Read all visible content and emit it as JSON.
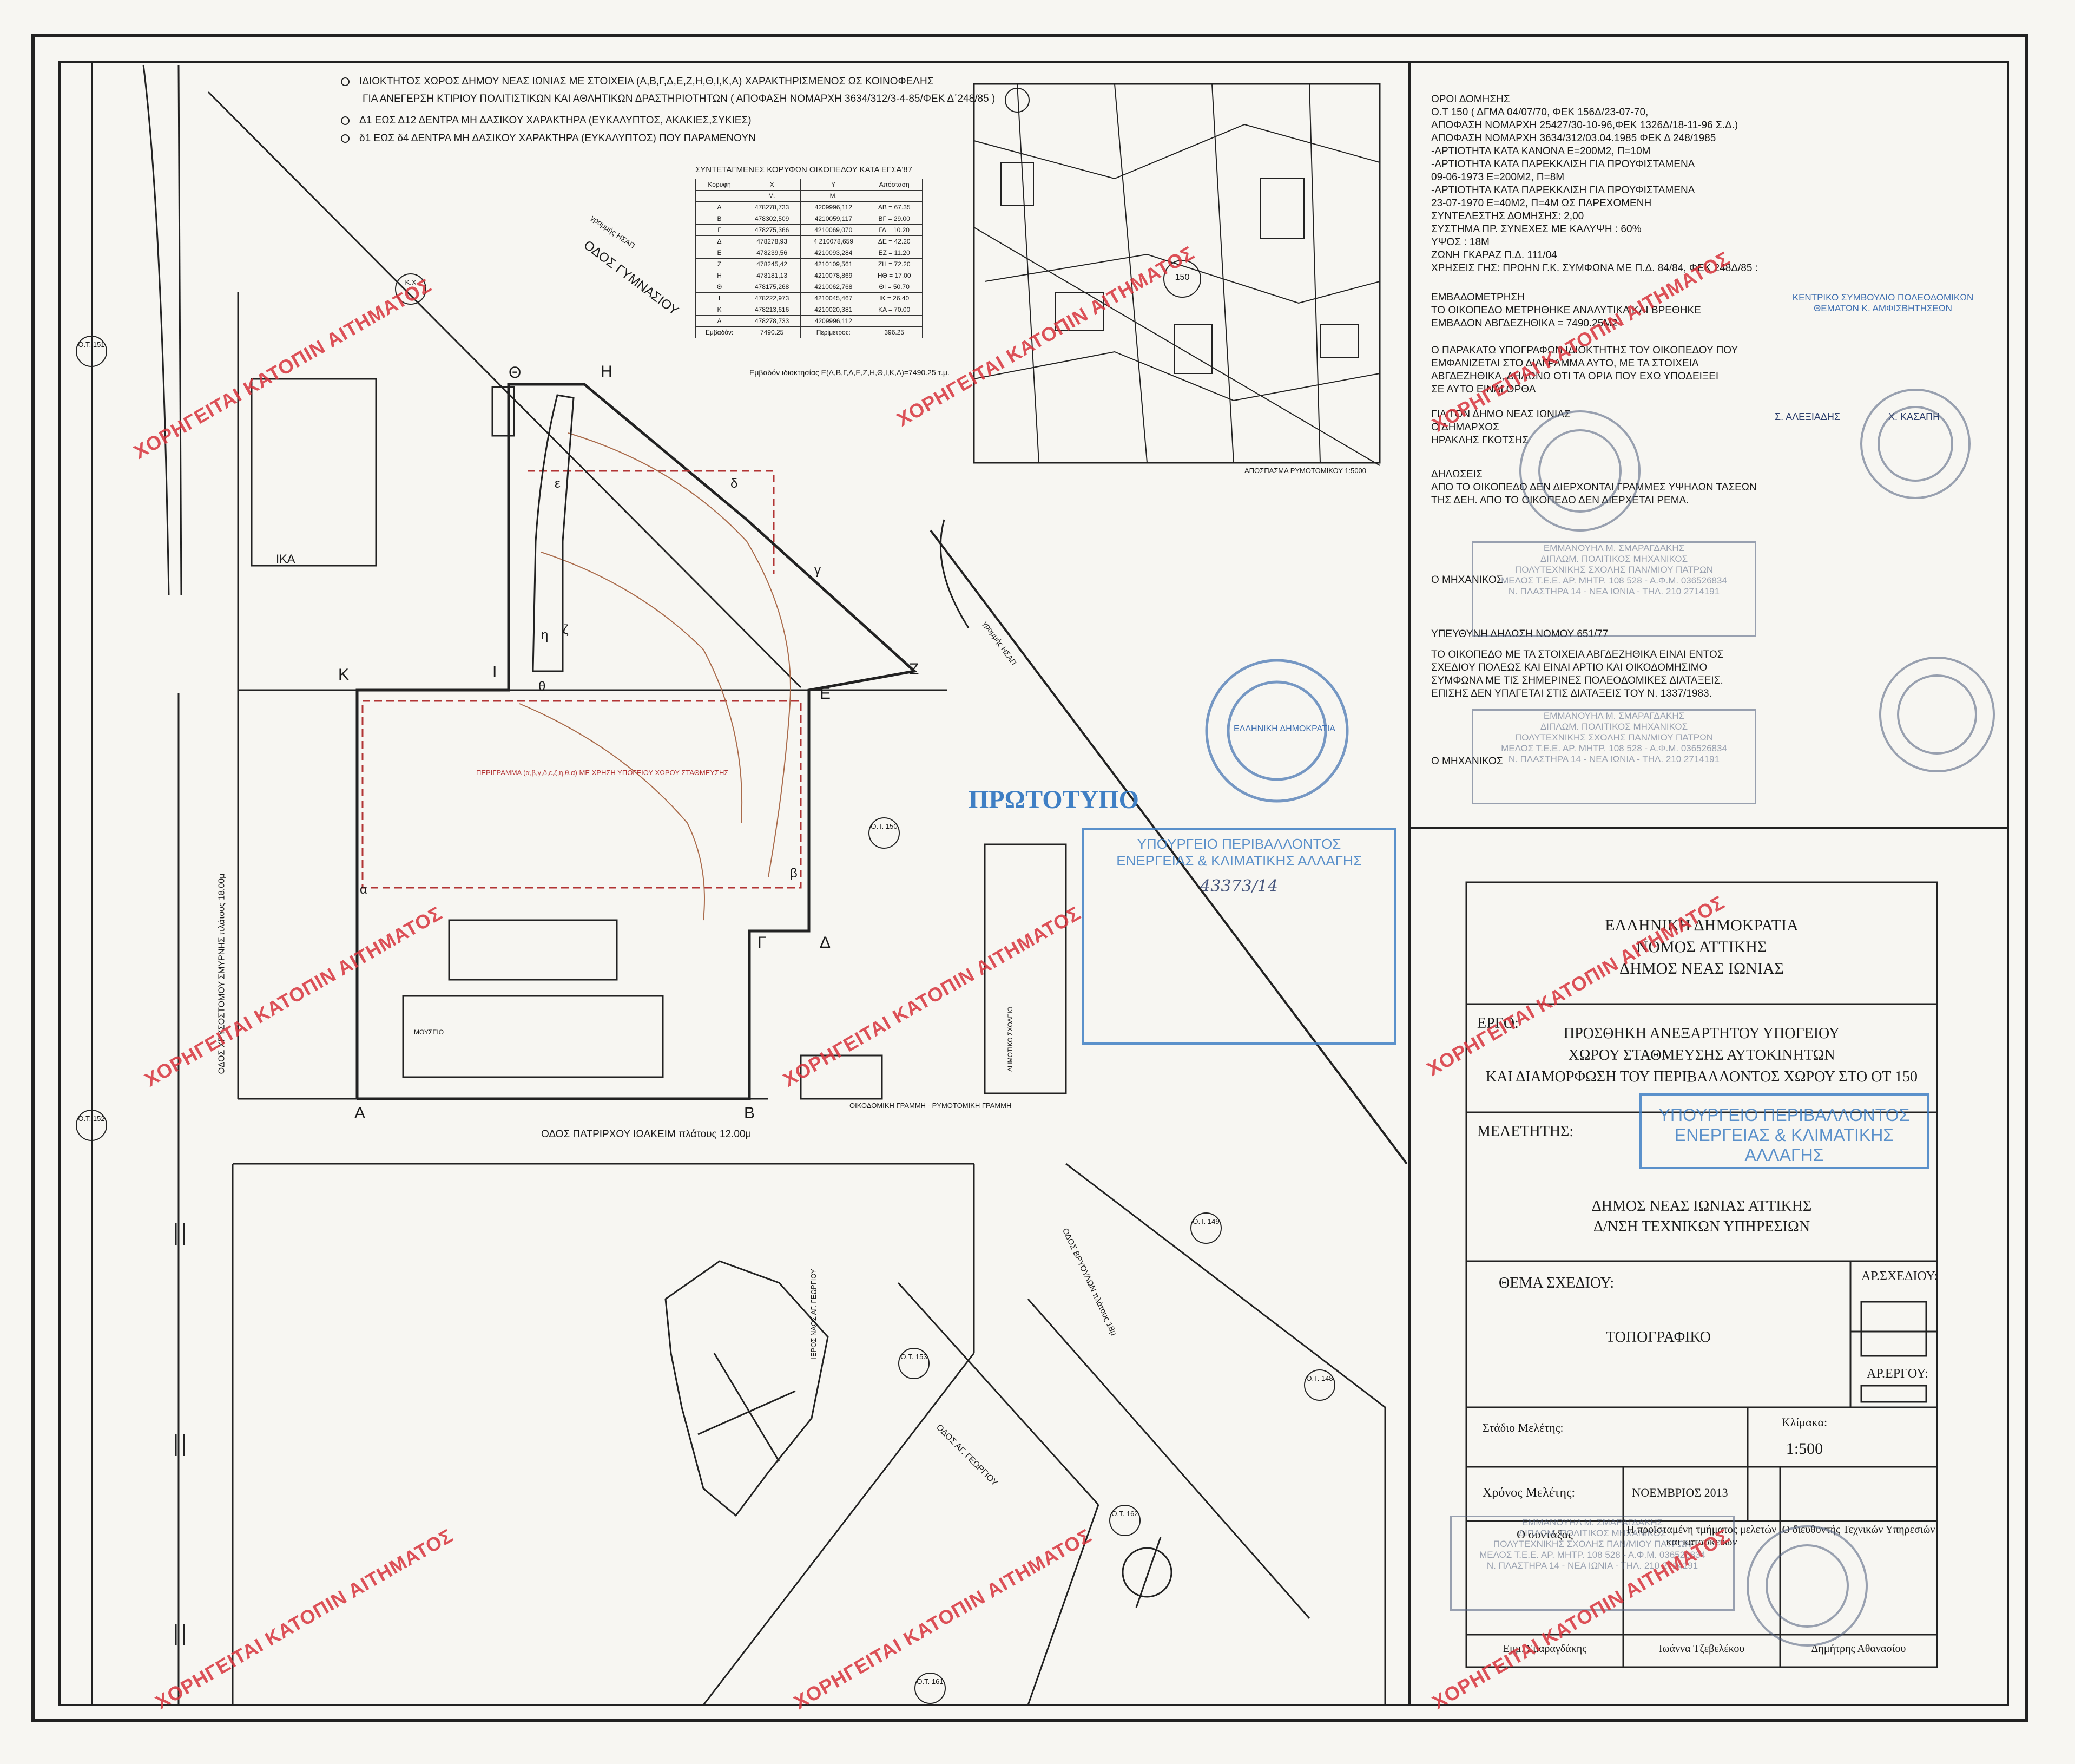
{
  "legend": {
    "item1_line1": "ΙΔΙΟΚΤΗΤΟΣ ΧΩΡΟΣ ΔΗΜΟΥ ΝΕΑΣ ΙΩΝΙΑΣ ΜΕ ΣΤΟΙΧΕΙΑ (Α,Β,Γ,Δ,Ε,Ζ,Η,Θ,Ι,Κ,Α) ΧΑΡΑΚΤΗΡΙΣΜΕΝΟΣ ΩΣ ΚΟΙΝΟΦΕΛΗΣ",
    "item1_line2": "ΓΙΑ ΑΝΕΓΕΡΣΗ ΚΤΙΡΙΟΥ ΠΟΛΙΤΙΣΤΙΚΩΝ ΚΑΙ ΑΘΛΗΤΙΚΩΝ ΔΡΑΣΤΗΡΙΟΤΗΤΩΝ ( ΑΠΟΦΑΣΗ ΝΟΜΑΡΧΗ 3634/312/3-4-85/ΦΕΚ Δ΄248/85 )",
    "item2": "Δ1 ΕΩΣ Δ12 ΔΕΝΤΡΑ ΜΗ ΔΑΣΙΚΟΥ ΧΑΡΑΚΤΗΡΑ (ΕΥΚΑΛΥΠΤΟΣ, ΑΚΑΚΙΕΣ,ΣΥΚΙΕΣ)",
    "item3": "δ1 ΕΩΣ δ4 ΔΕΝΤΡΑ ΜΗ ΔΑΣΙΚΟΥ ΧΑΡΑΚΤΗΡΑ (ΕΥΚΑΛΥΠΤΟΣ) ΠΟΥ ΠΑΡΑΜΕΝΟΥΝ"
  },
  "coords_table": {
    "title": "ΣΥΝΤΕΤΑΓΜΕΝΕΣ ΚΟΡΥΦΩΝ ΟΙΚΟΠΕΔΟΥ ΚΑΤΑ ΕΓΣΑ'87",
    "headers": [
      "Κορυφή",
      "Χ",
      "Υ",
      "Απόσταση"
    ],
    "units": [
      "",
      "Μ.",
      "Μ.",
      ""
    ],
    "rows": [
      [
        "Α",
        "478278,733",
        "4209996,112",
        "ΑΒ = 67.35"
      ],
      [
        "Β",
        "478302,509",
        "4210059,117",
        "ΒΓ = 29.00"
      ],
      [
        "Γ",
        "478275,366",
        "4210069,070",
        "ΓΔ = 10.20"
      ],
      [
        "Δ",
        "478278,93",
        "4 210078,659",
        "ΔΕ = 42.20"
      ],
      [
        "Ε",
        "478239,56",
        "4210093,284",
        "ΕΖ = 11.20"
      ],
      [
        "Ζ",
        "478245,42",
        "4210109,561",
        "ΖΗ = 72.20"
      ],
      [
        "Η",
        "478181,13",
        "4210078,869",
        "ΗΘ = 17.00"
      ],
      [
        "Θ",
        "478175,268",
        "4210062,768",
        "ΘΙ = 50.70"
      ],
      [
        "Ι",
        "478222,973",
        "4210045,467",
        "ΙΚ = 26.40"
      ],
      [
        "Κ",
        "478213,616",
        "4210020,381",
        "ΚΑ = 70.00"
      ],
      [
        "Α",
        "478278,733",
        "4209996,112",
        ""
      ]
    ],
    "area_label": "Εμβαδόν:",
    "area": "7490.25",
    "perimeter_label": "Περίμετρος:",
    "perimeter": "396.25",
    "area_note": "Εμβαδόν ιδιοκτησίας Ε(Α,Β,Γ,Δ,Ε,Ζ,Η,Θ,Ι,Κ,Α)=7490.25 τ.μ."
  },
  "map_labels": {
    "street_gymnasiou": "ΟΔΟΣ ΓΥΜΝΑΣΙΟΥ",
    "street_smyrnis": "ΟΔΟΣ ΧΡΥΣΟΣΤΟΜΟΥ ΣΜΥΡΝΗΣ πλάτους 18.00μ",
    "street_ioakeim": "ΟΔΟΣ ΠΑΤΡΙΡΧΟΥ ΙΩΑΚΕΙΜ πλάτους 12.00μ",
    "street_vryoulon": "ΟΔΟΣ ΒΡΥΟΥΛΩΝ πλάτους 18μ",
    "street_georgiou": "ΟΔΟΣ ΑΓ. ΓΕΩΡΓΙΟΥ",
    "metro": "γραμμής ΗΣΑΠ",
    "ika": "ΙΚΑ",
    "kx": "Κ.Χ",
    "church": "ΙΕΡΟΣ ΝΑΟΣ ΑΓ. ΓΕΩΡΓΙΟΥ",
    "school": "ΔΗΜΟΤΙΚΟ ΣΧΟΛΕΙΟ",
    "museum": "ΜΟΥΣΕΙΟ",
    "parking_perimeter": "ΠΕΡΙΓΡΑΜΜΑ (α,β,γ,δ,ε,ζ,η,θ,α) ΜΕ ΧΡΗΣΗ ΥΠΟΓΕΙΟΥ ΧΩΡΟΥ ΣΤΑΘΜΕΥΣΗΣ",
    "building_line": "ΟΙΚΟΔΟΜΙΚΗ ΓΡΑΜΜΗ - ΡΥΜΟΤΟΜΙΚΗ ΓΡΑΜΜΗ",
    "extract_caption": "ΑΠΟΣΠΑΣΜΑ ΡΥΜΟΤΟΜΙΚΟΥ 1:5000",
    "block_150": "150",
    "ot_151": "Ο.Τ. 151",
    "ot_152": "Ο.Τ. 152",
    "ot_150": "Ο.Τ. 150",
    "ot_149": "Ο.Τ. 149",
    "ot_153": "Ο.Τ. 153",
    "ot_148": "Ο.Τ. 148",
    "ot_162": "Ο.Τ. 162",
    "ot_161": "Ο.Τ. 161",
    "v_A": "Α",
    "v_B": "Β",
    "v_G": "Γ",
    "v_D": "Δ",
    "v_E": "Ε",
    "v_Z": "Ζ",
    "v_H": "Η",
    "v_TH": "Θ",
    "v_I": "Ι",
    "v_K": "Κ",
    "v_a": "α",
    "v_b": "β",
    "v_g": "γ",
    "v_d": "δ",
    "v_e": "ε",
    "v_z": "ζ",
    "v_h": "η",
    "v_th": "θ"
  },
  "building_terms": {
    "heading": "ΟΡΟΙ ΔΟΜΗΣΗΣ",
    "lines": [
      "Ο.Τ 150 ( ΔΓΜΑ 04/07/70, ΦΕΚ 156Δ/23-07-70,",
      "ΑΠΟΦΑΣΗ ΝΟΜΑΡΧΗ 25427/30-10-96,ΦΕΚ 1326Δ/18-11-96 Σ.Δ.)",
      "ΑΠΟΦΑΣΗ ΝΟΜΑΡΧΗ 3634/312/03.04.1985 ΦΕΚ Δ 248/1985",
      "-ΑΡΤΙΟΤΗΤΑ ΚΑΤΑ ΚΑΝΟΝΑ Ε=200Μ2, Π=10Μ",
      "-ΑΡΤΙΟΤΗΤΑ ΚΑΤΑ ΠΑΡΕΚΚΛΙΣΗ ΓΙΑ ΠΡΟΥΦΙΣΤΑΜΕΝΑ",
      " 09-06-1973 Ε=200Μ2, Π=8Μ",
      "-ΑΡΤΙΟΤΗΤΑ ΚΑΤΑ ΠΑΡΕΚΚΛΙΣΗ ΓΙΑ ΠΡΟΥΦΙΣΤΑΜΕΝΑ",
      "23-07-1970 Ε=40Μ2, Π=4Μ ΩΣ ΠΑΡΕΧΟΜΕΝΗ",
      "ΣΥΝΤΕΛΕΣΤΗΣ ΔΟΜΗΣΗΣ: 2,00",
      "ΣΥΣΤΗΜΑ ΠΡ. ΣΥΝΕΧΕΣ ΜΕ ΚΑΛΥΨΗ : 60%",
      "ΥΨΟΣ : 18Μ",
      "ΖΩΝΗ ΓΚΑΡΑΖ Π.Δ. 111/04",
      "ΧΡΗΣΕΙΣ ΓΗΣ: ΠΡΩΗΝ Γ.Κ. ΣΥΜΦΩΝΑ ΜΕ Π.Δ. 84/84, ΦΕΚ 248Δ/85 :"
    ],
    "area_heading": "ΕΜΒΑΔΟΜΕΤΡΗΣΗ",
    "area_lines": [
      "ΤΟ ΟΙΚΟΠΕΔΟ ΜΕΤΡΗΘΗΚΕ ΑΝΑΛΥΤΙΚΑ ΚΑΙ ΒΡΕΘΗΚΕ",
      "ΕΜΒΑΔΟΝ ΑΒΓΔΕΖΗΘΙΚΑ = 7490.25Μ2"
    ],
    "owner_lines": [
      "Ο ΠΑΡΑΚΑΤΩ ΥΠΟΓΡΑΦΩΝ ΙΔΙΟΚΤΗΤΗΣ ΤΟΥ ΟΙΚΟΠΕΔΟΥ ΠΟΥ",
      "ΕΜΦΑΝΙΖΕΤΑΙ ΣΤΟ ΔΙΑΓΡΑΜΜΑ ΑΥΤΟ, ΜΕ ΤΑ ΣΤΟΙΧΕΙΑ",
      "ΑΒΓΔΕΖΗΘΙΚΑ, ΔΗΛΩΝΩ ΟΤΙ ΤΑ ΟΡΙΑ ΠΟΥ ΕΧΩ ΥΠΟΔΕΙΞΕΙ",
      "ΣΕ ΑΥΤΟ ΕΙΝΑΙ ΟΡΘΑ"
    ],
    "owner_for": "ΓΙΑ ΤΟΝ ΔΗΜΟ ΝΕΑΣ ΙΩΝΙΑΣ",
    "mayor": "Ο ΔΗΜΑΡΧΟΣ",
    "mayor_name": "ΗΡΑΚΛΗΣ ΓΚΟΤΣΗΣ",
    "decl_heading": "ΔΗΛΩΣΕΙΣ",
    "decl_lines": [
      "ΑΠΟ ΤΟ ΟΙΚΟΠΕΔΟ ΔΕΝ ΔΙΕΡΧΟΝΤΑΙ ΓΡΑΜΜΕΣ ΥΨΗΛΩΝ ΤΑΣΕΩΝ",
      "ΤΗΣ ΔΕΗ. ΑΠΟ ΤΟ ΟΙΚΟΠΕΔΟ ΔΕΝ ΔΙΕΡΧΕΤΑΙ ΡΕΜΑ."
    ],
    "engineer": "Ο ΜΗΧΑΝΙΚΟΣ",
    "law_heading": "ΥΠΕΥΘΥΝΗ ΔΗΛΩΣΗ ΝΟΜΟΥ 651/77",
    "law_lines": [
      "ΤΟ ΟΙΚΟΠΕΔΟ ΜΕ ΤΑ ΣΤΟΙΧΕΙΑ ΑΒΓΔΕΖΗΘΙΚΑ ΕΙΝΑΙ ΕΝΤΟΣ",
      "ΣΧΕΔΙΟΥ ΠΟΛΕΩΣ ΚΑΙ ΕΙΝΑΙ ΑΡΤΙΟ ΚΑΙ ΟΙΚΟΔΟΜΗΣΙΜΟ",
      "ΣΥΜΦΩΝΑ ΜΕ ΤΙΣ ΣΗΜΕΡΙΝΕΣ ΠΟΛΕΟΔΟΜΙΚΕΣ ΔΙΑΤΑΞΕΙΣ.",
      "ΕΠΙΣΗΣ ΔΕΝ ΥΠΑΓΕΤΑΙ ΣΤΙΣ ΔΙΑΤΑΞΕΙΣ ΤΟΥ Ν. 1337/1983."
    ],
    "engineer2": "Ο ΜΗΧΑΝΙΚΟΣ"
  },
  "title_block": {
    "republic": "ΕΛΛΗΝΙΚΗ ΔΗΜΟΚΡΑΤΙΑ",
    "prefecture": "ΝΟΜΟΣ ΑΤΤΙΚΗΣ",
    "municipality": "ΔΗΜΟΣ ΝΕΑΣ ΙΩΝΙΑΣ",
    "project_label": "ΕΡΓΟ:",
    "project_lines": [
      "ΠΡΟΣΘΗΚΗ ΑΝΕΞΑΡΤΗΤΟΥ ΥΠΟΓΕΙΟΥ",
      "ΧΩΡΟΥ ΣΤΑΘΜΕΥΣΗΣ ΑΥΤΟΚΙΝΗΤΩΝ",
      "ΚΑΙ ΔΙΑΜΟΡΦΩΣΗ ΤΟΥ ΠΕΡΙΒΑΛΛΟΝΤΟΣ ΧΩΡΟΥ ΣΤΟ ΟΤ 150"
    ],
    "designer_label": "ΜΕΛΕΤΗΤΗΣ:",
    "designer_lines": [
      "ΔΗΜΟΣ ΝΕΑΣ ΙΩΝΙΑΣ ΑΤΤΙΚΗΣ",
      "Δ/ΝΣΗ ΤΕΧΝΙΚΩΝ ΥΠΗΡΕΣΙΩΝ"
    ],
    "subject_label": "ΘΕΜΑ ΣΧΕΔΙΟΥ:",
    "subject": "ΤΟΠΟΓΡΑΦΙΚΟ",
    "drawing_no_label": "ΑΡ.ΣΧΕΔΙΟΥ:",
    "project_no_label": "ΑΡ.ΕΡΓΟΥ:",
    "stage_label": "Στάδιο Μελέτης:",
    "scale_label": "Κλίμακα:",
    "scale": "1:500",
    "date_label": "Χρόνος Μελέτης:",
    "date": "ΝΟΕΜΒΡΙΟΣ 2013",
    "sig1_role": "Ο συντάξας",
    "sig2_role": "Η προϊσταμένη τμήματος μελετών και κατασκευών",
    "sig3_role": "Ο διευθυντής Τεχνικών Υπηρεσιών",
    "sig1_name": "Εμμ. Σμαραγδάκης",
    "sig2_name": "Ιωάννα Τζεβελέκου",
    "sig3_name": "Δημήτρης Αθανασίου"
  },
  "stamps": {
    "ministry_line1": "ΥΠΟΥΡΓΕΙΟ ΠΕΡΙΒΑΛΛΟΝΤΟΣ",
    "ministry_line2": "ΕΝΕΡΓΕΙΑΣ & ΚΛΙΜΑΤΙΚΗΣ ΑΛΛΑΓΗΣ",
    "original": "ΠΡΩΤΟΤΥΠΟ",
    "protocol_no": "43373/14",
    "engineer_stamp": [
      "ΕΜΜΑΝΟΥΗΛ Μ. ΣΜΑΡΑΓΔΑΚΗΣ",
      "ΔΙΠΛΩΜ. ΠΟΛΙΤΙΚΟΣ ΜΗΧΑΝΙΚΟΣ",
      "ΠΟΛΥΤΕΧΝΙΚΗΣ ΣΧΟΛΗΣ ΠΑΝ/ΜΙΟΥ ΠΑΤΡΩΝ",
      "ΜΕΛΟΣ Τ.Ε.Ε. ΑΡ. ΜΗΤΡ. 108 528 - Α.Φ.Μ. 036526834",
      "Ν. ΠΛΑΣΤΗΡΑ 14 - ΝΕΑ ΙΩΝΙΑ - ΤΗΛ. 210 2714191"
    ],
    "council": "ΚΕΝΤΡΙΚΟ ΣΥΜΒΟΥΛΙΟ ΠΟΛΕΟΔΟΜΙΚΩΝ ΘΕΜΑΤΩΝ Κ. ΑΜΦΙΣΒΗΤΗΣΕΩΝ",
    "council_name": "Χ. ΚΑΣΑΠΗ",
    "secretary": "Σ. ΑΛΕΞΙΑΔΗΣ",
    "seal_text": "ΕΛΛΗΝΙΚΗ ΔΗΜΟΚΡΑΤΙΑ",
    "watermark": "ΧΟΡΗΓΕΙΤΑΙ ΚΑΤΟΠΙΝ ΑΙΤΗΜΑΤΟΣ"
  }
}
